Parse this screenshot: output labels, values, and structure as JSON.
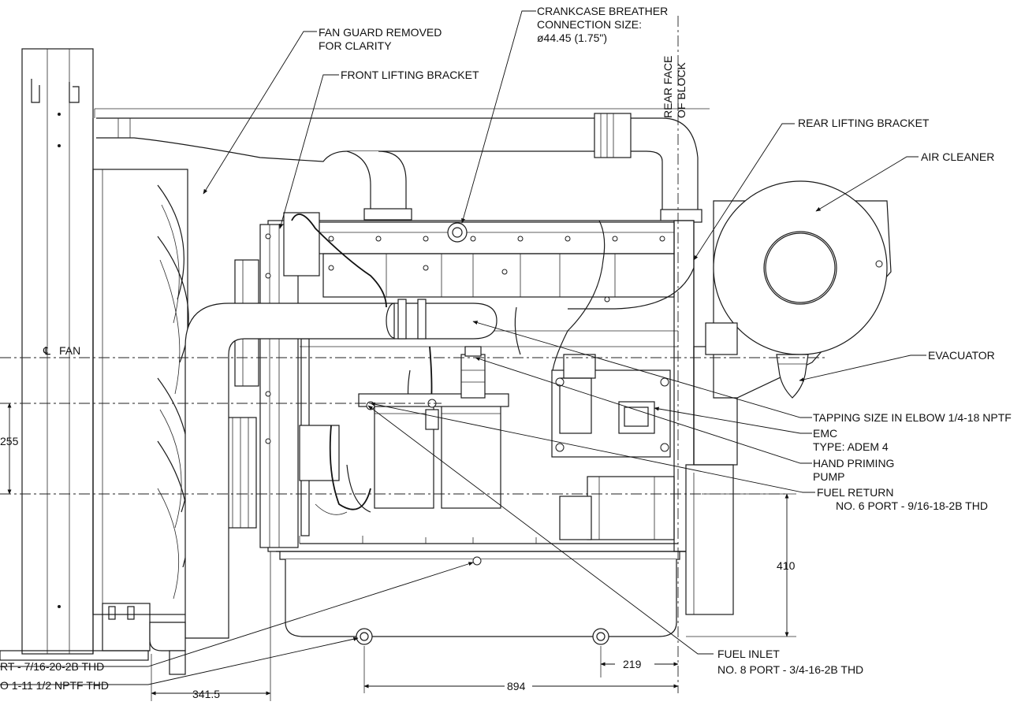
{
  "callouts": {
    "fan_guard_1": "FAN GUARD REMOVED",
    "fan_guard_2": "FOR CLARITY",
    "front_lifting": "FRONT LIFTING BRACKET",
    "crankcase_1": "CRANKCASE BREATHER",
    "crankcase_2": "CONNECTION SIZE:",
    "crankcase_3": "ø44.45 (1.75\")",
    "rear_face_1": "REAR FACE",
    "rear_face_2": "OF BLOCK",
    "rear_lifting": "REAR LIFTING BRACKET",
    "air_cleaner": "AIR CLEANER",
    "fan_cl": "FAN",
    "evacuator": "EVACUATOR",
    "tapping": "TAPPING SIZE IN ELBOW 1/4-18 NPTF",
    "emc_1": "EMC",
    "emc_2": "TYPE: ADEM 4",
    "hand_priming_1": "HAND PRIMING",
    "hand_priming_2": "PUMP",
    "fuel_return_1": "FUEL RETURN",
    "fuel_return_2": "NO. 6 PORT - 9/16-18-2B THD",
    "port_left_1": "RT - 7/16-20-2B THD",
    "port_left_2": "O 1-11 1/2 NPTF THD",
    "fuel_inlet_1": "FUEL INLET",
    "fuel_inlet_2": "NO. 8 PORT - 3/4-16-2B THD"
  },
  "dimensions": {
    "d255": "255",
    "d410": "410",
    "d341": "341.5",
    "d219": "219",
    "d894": "894"
  },
  "symbols": {
    "centerline": "℄"
  }
}
